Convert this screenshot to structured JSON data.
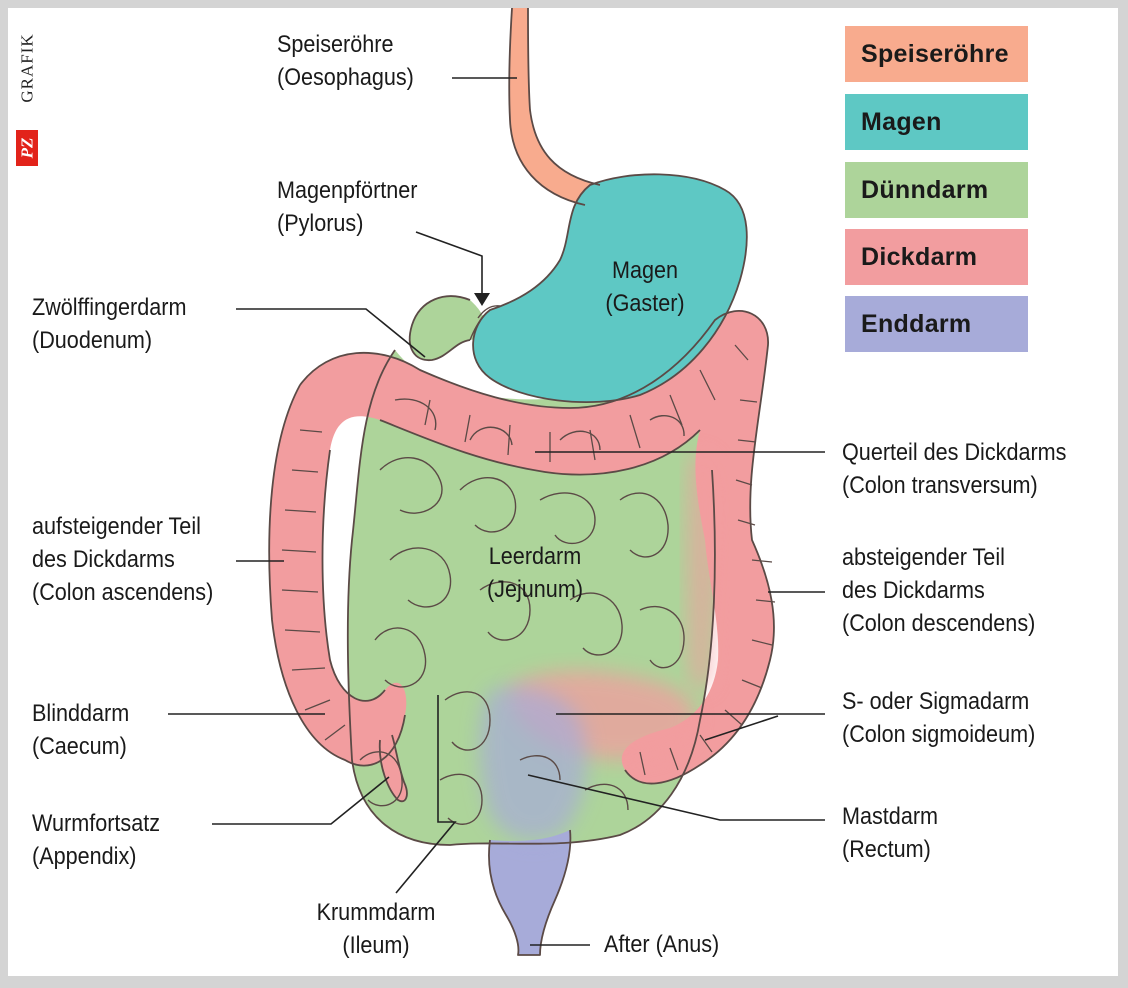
{
  "brand": {
    "mark": "PZ",
    "word": "GRAFIK"
  },
  "legend": [
    {
      "label": "Speiseröhre",
      "color": "#f8ab8e"
    },
    {
      "label": "Magen",
      "color": "#5ec8c4"
    },
    {
      "label": "Dünndarm",
      "color": "#add49a"
    },
    {
      "label": "Dickdarm",
      "color": "#f29d9f"
    },
    {
      "label": "Enddarm",
      "color": "#a7abd9"
    }
  ],
  "organs": {
    "magen": {
      "line1": "Magen",
      "line2": "(Gaster)"
    },
    "leerdarm": {
      "line1": "Leerdarm",
      "line2": "(Jejunum)"
    }
  },
  "labels": {
    "speiseroehre": {
      "line1": "Speiseröhre",
      "line2": "(Oesophagus)"
    },
    "pylorus": {
      "line1": "Magenpförtner",
      "line2": "(Pylorus)"
    },
    "duodenum": {
      "line1": "Zwölffingerdarm",
      "line2": "(Duodenum)"
    },
    "ascendens": {
      "line1": "aufsteigender Teil",
      "line2": "des Dickdarms",
      "line3": "(Colon ascendens)"
    },
    "caecum": {
      "line1": "Blinddarm",
      "line2": "(Caecum)"
    },
    "appendix": {
      "line1": "Wurmfortsatz",
      "line2": "(Appendix)"
    },
    "ileum": {
      "line1": "Krummdarm",
      "line2": "(Ileum)"
    },
    "anus": {
      "line1": "After (Anus)"
    },
    "transversum": {
      "line1": "Querteil des Dickdarms",
      "line2": "(Colon transversum)"
    },
    "descendens": {
      "line1": "absteigender Teil",
      "line2": "des Dickdarms",
      "line3": "(Colon descendens)"
    },
    "sigmoideum": {
      "line1": "S- oder Sigmadarm",
      "line2": "(Colon sigmoideum)"
    },
    "rectum": {
      "line1": "Mastdarm",
      "line2": "(Rectum)"
    }
  },
  "colors": {
    "frame": "#d4d4d4",
    "outline": "#5b4a46",
    "leader": "#222222",
    "esophagus": "#f8ab8e",
    "stomach": "#5ec8c4",
    "small_intestine": "#add49a",
    "large_intestine": "#f29d9f",
    "rectum": "#a7abd9",
    "brand_red": "#e2231a"
  }
}
